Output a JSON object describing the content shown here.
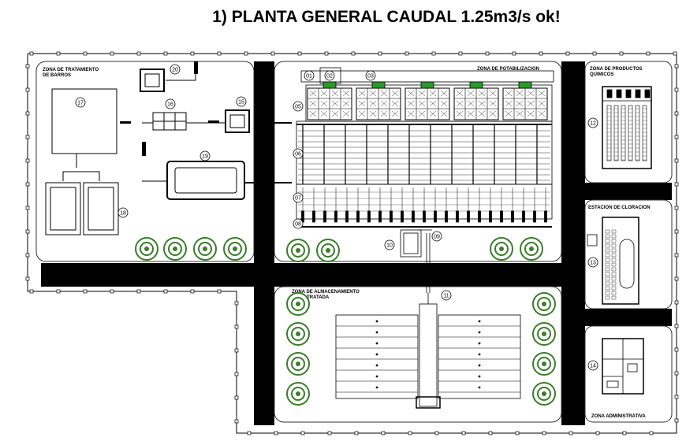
{
  "title": "1) PLANTA GENERAL CAUDAL 1.25m3/s ok!",
  "zones": {
    "barros": {
      "line1": "ZONA DE TRATAMIENTO",
      "line2": "DE BARROS"
    },
    "potabilizacion": "ZONA DE POTABILIZACION",
    "quimicos": {
      "line1": "ZONA DE PRODUCTOS",
      "line2": "QUIMICOS"
    },
    "cloracion": "ESTACION DE CLORACION",
    "almacenamiento": {
      "line1": "ZONA DE ALMACENAMIENTO",
      "line2": "AGUA TRATADA"
    },
    "administrativa": "ZONA ADMINISTRATIVA"
  },
  "labels": {
    "n01": "01",
    "n02": "02",
    "n03": "03",
    "n05": "05",
    "n06": "06",
    "n07": "07",
    "n08": "08",
    "n09": "09",
    "n10": "10",
    "n11": "11",
    "n12": "12",
    "n13": "13",
    "n14": "14",
    "n15": "15",
    "n16": "16",
    "n17": "17",
    "n18": "18",
    "n19": "19",
    "n20": "20"
  },
  "colors": {
    "road": "#000000",
    "zone_fill": "#ffffff",
    "tree": "#3a7d2a",
    "background": "#ffffff"
  }
}
